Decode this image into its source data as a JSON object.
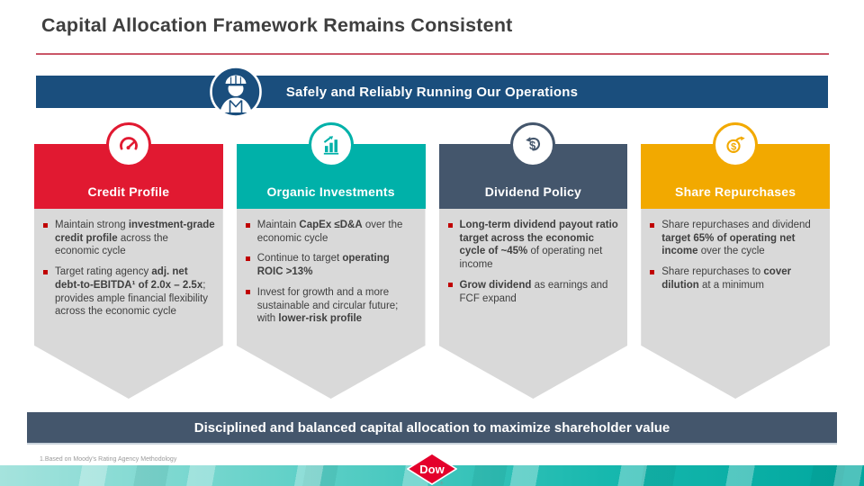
{
  "slide": {
    "title": "Capital Allocation Framework Remains Consistent",
    "accent_line_color": "#ca5668"
  },
  "top_banner": {
    "label": "Safely and Reliably Running Our Operations",
    "icon": "worker-safety-icon",
    "bg_color": "#1a4e7d"
  },
  "columns": [
    {
      "title": "Credit Profile",
      "color": "#e11931",
      "icon": "gauge-icon",
      "bullets": [
        {
          "segments": [
            {
              "t": "Maintain strong ",
              "b": false
            },
            {
              "t": "investment-grade credit profile",
              "b": true
            },
            {
              "t": " across the economic cycle",
              "b": false
            }
          ]
        },
        {
          "segments": [
            {
              "t": "Target rating agency ",
              "b": false
            },
            {
              "t": "adj. net debt-to-EBITDA¹ of 2.0x – 2.5x",
              "b": true
            },
            {
              "t": "; provides ample financial flexibility across the economic cycle",
              "b": false
            }
          ]
        }
      ]
    },
    {
      "title": "Organic Investments",
      "color": "#00b1a9",
      "icon": "bar-chart-growth-icon",
      "bullets": [
        {
          "segments": [
            {
              "t": "Maintain ",
              "b": false
            },
            {
              "t": "CapEx ≤D&A",
              "b": true
            },
            {
              "t": " over the economic cycle",
              "b": false
            }
          ]
        },
        {
          "segments": [
            {
              "t": "Continue to target ",
              "b": false
            },
            {
              "t": "operating ROIC >13%",
              "b": true
            }
          ]
        },
        {
          "segments": [
            {
              "t": "Invest for growth and a more sustainable and circular future; with ",
              "b": false
            },
            {
              "t": "lower-risk profile",
              "b": true
            }
          ]
        }
      ]
    },
    {
      "title": "Dividend Policy",
      "color": "#44566c",
      "icon": "dividend-cycle-icon",
      "bullets": [
        {
          "segments": [
            {
              "t": "Long-term dividend payout ratio target across the economic cycle of ~45%",
              "b": true
            },
            {
              "t": " of operating net income",
              "b": false
            }
          ]
        },
        {
          "segments": [
            {
              "t": "Grow dividend",
              "b": true
            },
            {
              "t": " as earnings and FCF expand",
              "b": false
            }
          ]
        }
      ]
    },
    {
      "title": "Share Repurchases",
      "color": "#f2a900",
      "icon": "share-buyback-icon",
      "bullets": [
        {
          "segments": [
            {
              "t": "Share repurchases and dividend ",
              "b": false
            },
            {
              "t": "target 65% of operating net income",
              "b": true
            },
            {
              "t": " over the cycle",
              "b": false
            }
          ]
        },
        {
          "segments": [
            {
              "t": "Share repurchases to ",
              "b": false
            },
            {
              "t": "cover dilution",
              "b": true
            },
            {
              "t": " at a minimum",
              "b": false
            }
          ]
        }
      ]
    }
  ],
  "bottom_banner": {
    "label": "Disciplined and balanced capital allocation to maximize shareholder value",
    "bg_color": "#44566c"
  },
  "footnote": "1.Based on Moody's Rating Agency Methodology",
  "footer": {
    "logo_text": "Dow",
    "logo_color": "#e4002b",
    "logo_mark": "®",
    "band_color_start": "#a5e3dd",
    "band_color_end": "#00a79e"
  }
}
